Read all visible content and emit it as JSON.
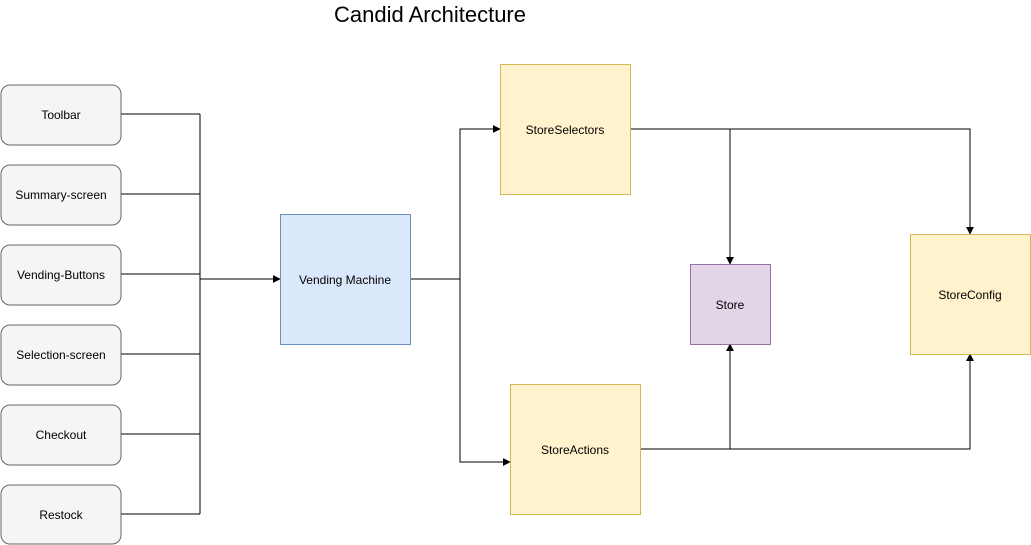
{
  "title": "Candid Architecture",
  "components": {
    "toolbar": "Toolbar",
    "summary_screen": "Summary-screen",
    "vending_buttons": "Vending-Buttons",
    "selection_screen": "Selection-screen",
    "checkout": "Checkout",
    "restock": "Restock"
  },
  "vending_machine": "Vending Machine",
  "store_selectors": "StoreSelectors",
  "store_actions": "StoreActions",
  "store": "Store",
  "store_config": "StoreConfig",
  "colors": {
    "component_fill": "#f5f5f5",
    "component_stroke": "#666666",
    "vending_machine_fill": "#dae8fc",
    "vending_machine_stroke": "#6c8ebf",
    "store_module_fill": "#fff2cc",
    "store_module_stroke": "#d6b656",
    "store_fill": "#e1d5e7",
    "store_stroke": "#9673a6",
    "line": "#000000"
  }
}
